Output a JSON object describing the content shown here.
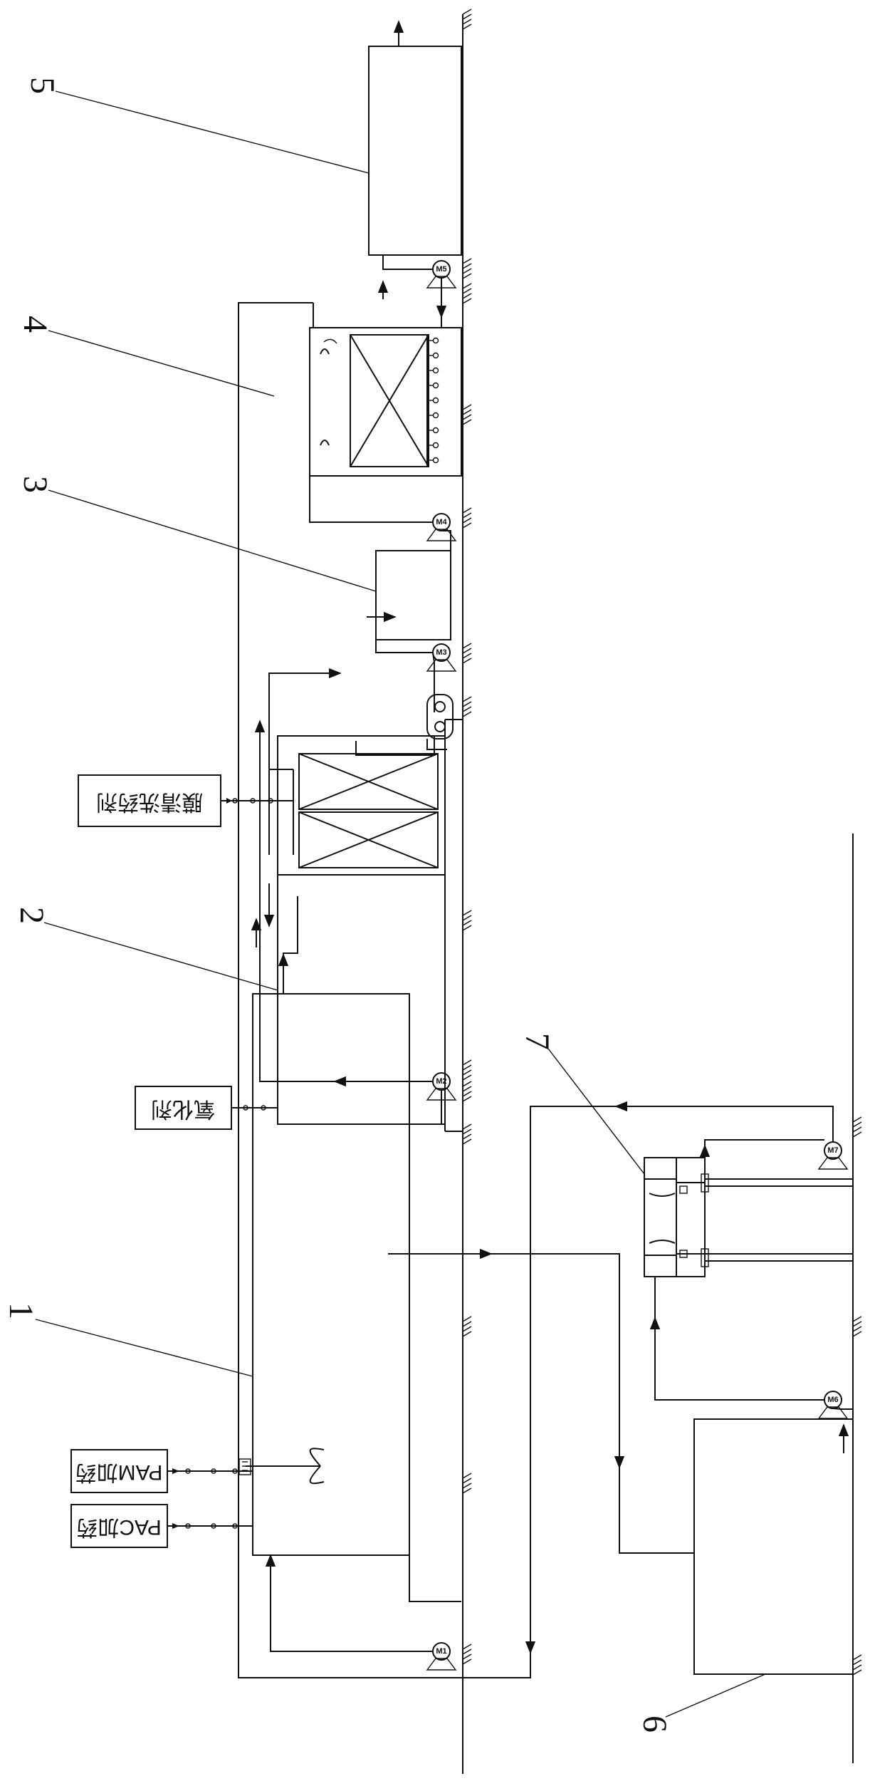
{
  "callouts": [
    "1",
    "2",
    "3",
    "4",
    "5",
    "6",
    "7"
  ],
  "dosing": {
    "pac": "PAC加药",
    "pam": "PAM加药",
    "oxidant": "氧化剂",
    "membrane_cleaner": "膜清洗药剂"
  },
  "pumps": [
    "M1",
    "M2",
    "M3",
    "M4",
    "M5",
    "M6",
    "M7"
  ],
  "colors": {
    "line": "#111111",
    "background": "#ffffff"
  }
}
